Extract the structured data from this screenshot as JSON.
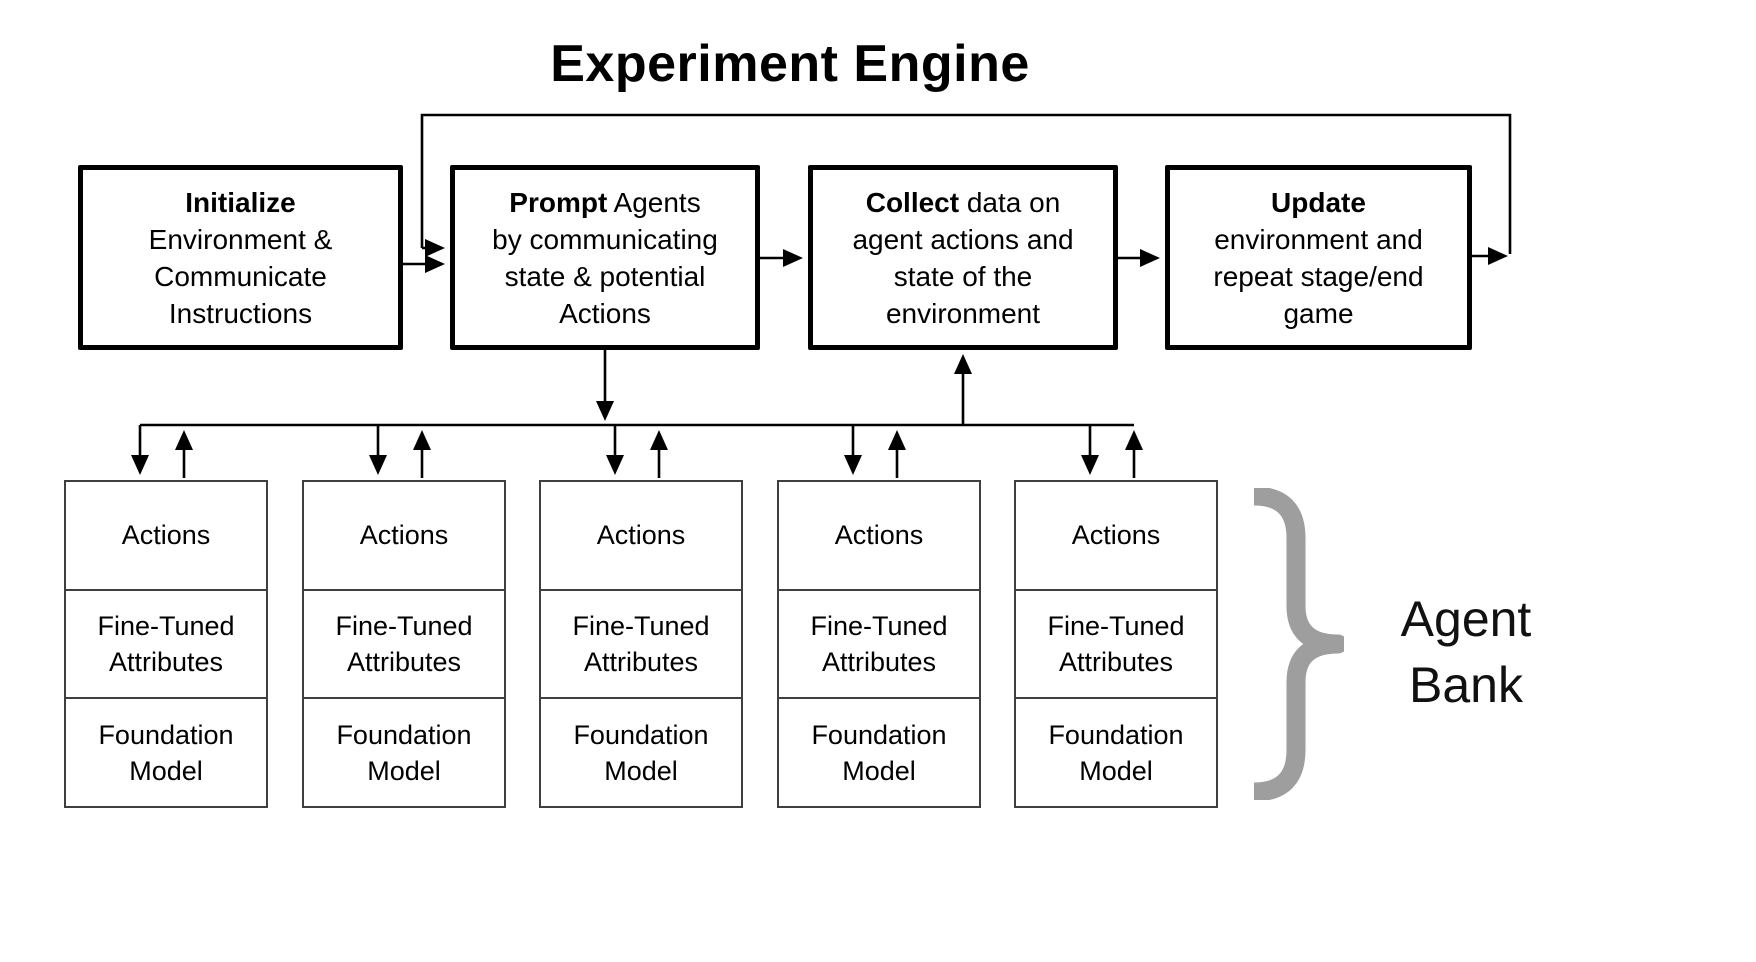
{
  "title": "Experiment Engine",
  "stages": [
    {
      "bold": "Initialize",
      "rest": [
        "",
        "Environment &",
        "Communicate",
        "Instructions"
      ]
    },
    {
      "bold": "Prompt",
      "rest": [
        " Agents",
        "by communicating",
        "state & potential",
        "Actions"
      ]
    },
    {
      "bold": "Collect",
      "rest": [
        " data on",
        "agent actions and",
        "state of the",
        "environment"
      ]
    },
    {
      "bold": "Update",
      "rest": [
        "",
        "environment and",
        "repeat stage/end",
        "game"
      ]
    }
  ],
  "agent_bank": {
    "label": [
      "Agent",
      "Bank"
    ],
    "agents": [
      {
        "cells": [
          [
            "Actions"
          ],
          [
            "Fine-Tuned",
            "Attributes"
          ],
          [
            "Foundation",
            "Model"
          ]
        ]
      },
      {
        "cells": [
          [
            "Actions"
          ],
          [
            "Fine-Tuned",
            "Attributes"
          ],
          [
            "Foundation",
            "Model"
          ]
        ]
      },
      {
        "cells": [
          [
            "Actions"
          ],
          [
            "Fine-Tuned",
            "Attributes"
          ],
          [
            "Foundation",
            "Model"
          ]
        ]
      },
      {
        "cells": [
          [
            "Actions"
          ],
          [
            "Fine-Tuned",
            "Attributes"
          ],
          [
            "Foundation",
            "Model"
          ]
        ]
      },
      {
        "cells": [
          [
            "Actions"
          ],
          [
            "Fine-Tuned",
            "Attributes"
          ],
          [
            "Foundation",
            "Model"
          ]
        ]
      }
    ]
  },
  "colors": {
    "line": "#000000",
    "stage_border": "#000000",
    "agent_border": "#3f3f3f",
    "brace": "#9e9e9e",
    "text": "#000000",
    "background": "#ffffff"
  }
}
